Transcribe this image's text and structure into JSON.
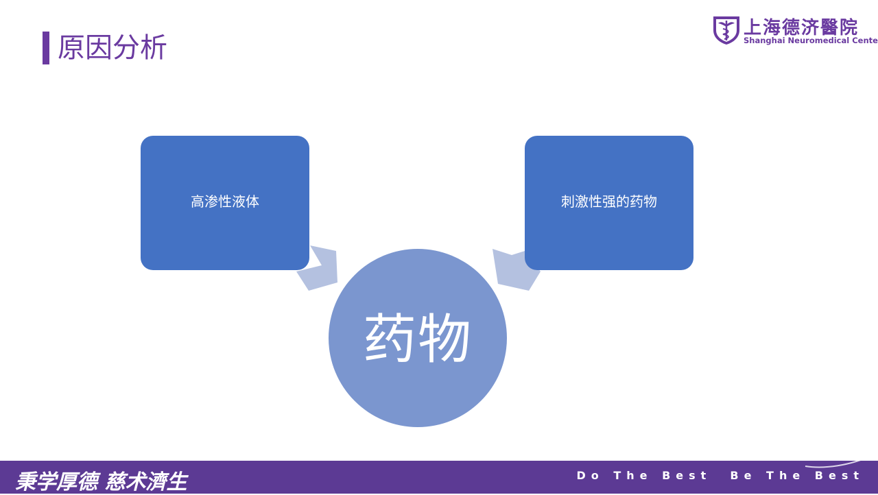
{
  "title": "原因分析",
  "logo": {
    "name_cn": "上海德济醫院",
    "name_en": "Shanghai Neuromedical Center",
    "icon": "caduceus-shield-icon"
  },
  "diagram": {
    "box_left": "高渗性液体",
    "box_right": "刺激性强的药物",
    "center": "药物"
  },
  "footer": {
    "motto": "秉学厚德  慈术濟生",
    "slogan": "Do The Best  Be The Best"
  },
  "colors": {
    "brand_purple": "#6a3aa0",
    "footer_purple": "#5c3a94",
    "box_blue": "#4472c4",
    "circle_blue": "#7b96cf",
    "arrow_blue": "#b4c1e0"
  }
}
